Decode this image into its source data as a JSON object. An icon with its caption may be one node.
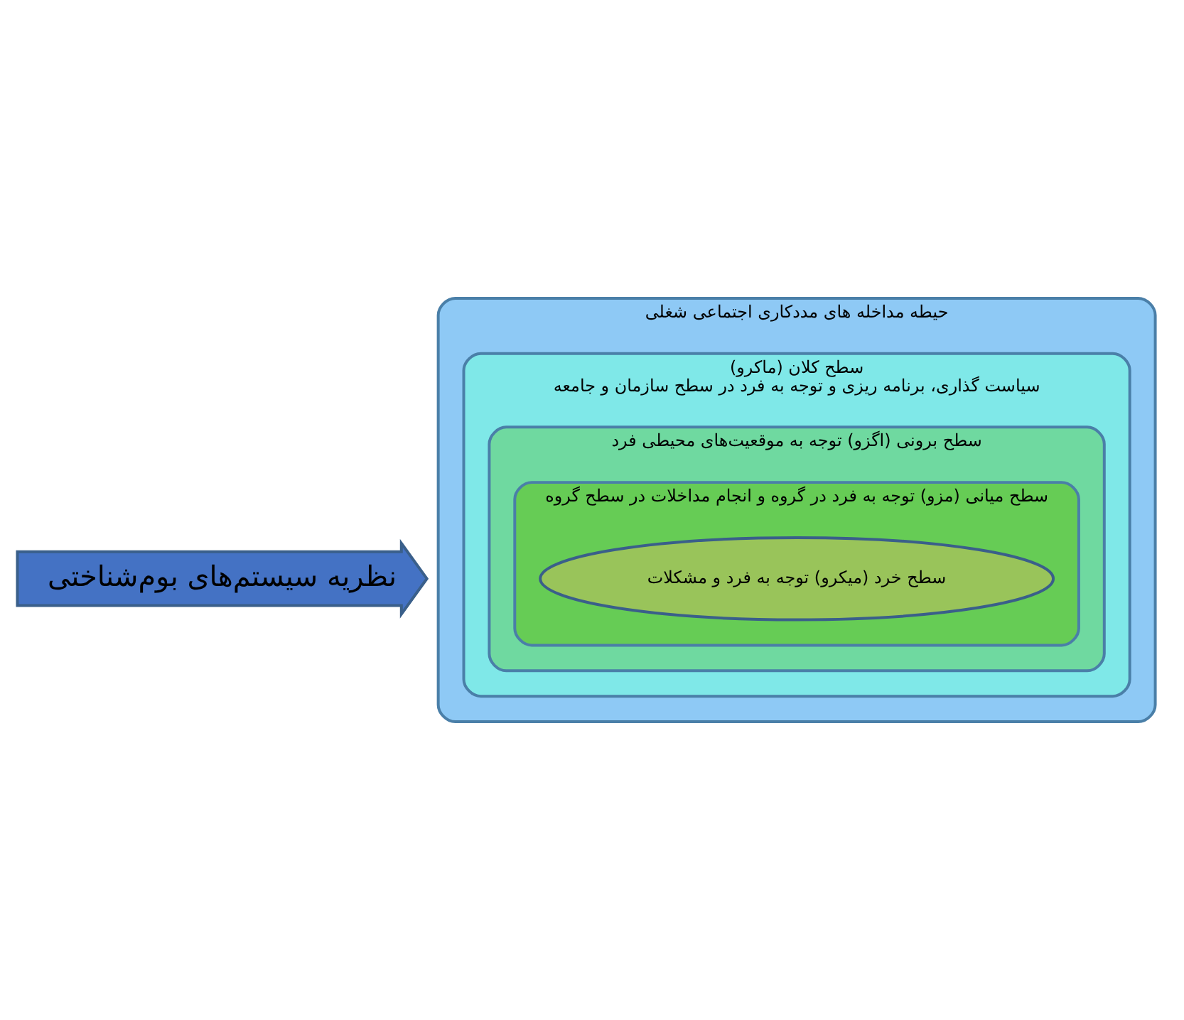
{
  "diagram": {
    "nodes": [
      {
        "text": [
          "حیطه مداخله های مددکاری اجتماعی شغلی"
        ]
      },
      {
        "text": [
          "سطح کلان (ماکرو)",
          "سیاست گذاری، برنامه ریزی و توجه به فرد در سطح سازمان و جامعه"
        ],
        "in": 0
      },
      {
        "text": [
          "سطح برونی (اگزو) توجه به موقعیت‌های محیطی فرد"
        ],
        "in": 1
      },
      {
        "text": [
          "سطح میانی (مزو) توجه به فرد در گروه و انجام مداخلات در سطح گروه"
        ],
        "in": 2
      },
      {
        "text": [
          "سطح خرد (میکرو) توجه به فرد و مشکلات"
        ],
        "in": 3
      },
      {
        "text": [
          "نظریه سیستم‌های بوم‌شناختی"
        ]
      }
    ]
  }
}
